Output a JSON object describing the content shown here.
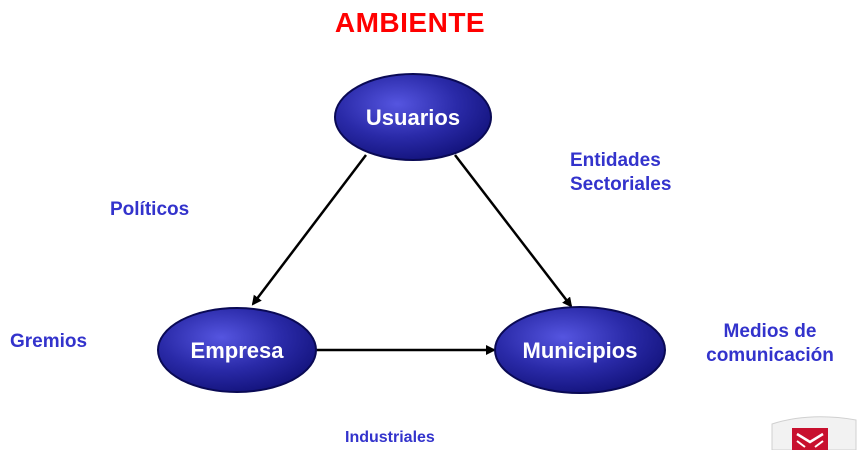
{
  "title": "AMBIENTE",
  "nodes": {
    "usuarios": "Usuarios",
    "empresa": "Empresa",
    "municipios": "Municipios"
  },
  "labels": {
    "politicos": "Políticos",
    "gremios": "Gremios",
    "entidades_line1": "Entidades",
    "entidades_line2": "Sectoriales",
    "medios_line1": "Medios de",
    "medios_line2": "comunicación",
    "industriales": "Industriales"
  },
  "colors": {
    "title": "#ff0000",
    "label": "#3333cc",
    "node_fill_light": "#4b4bd6",
    "node_fill_dark": "#12127a",
    "arrow": "#000000"
  },
  "logo_icon": "institutional-logo-icon"
}
